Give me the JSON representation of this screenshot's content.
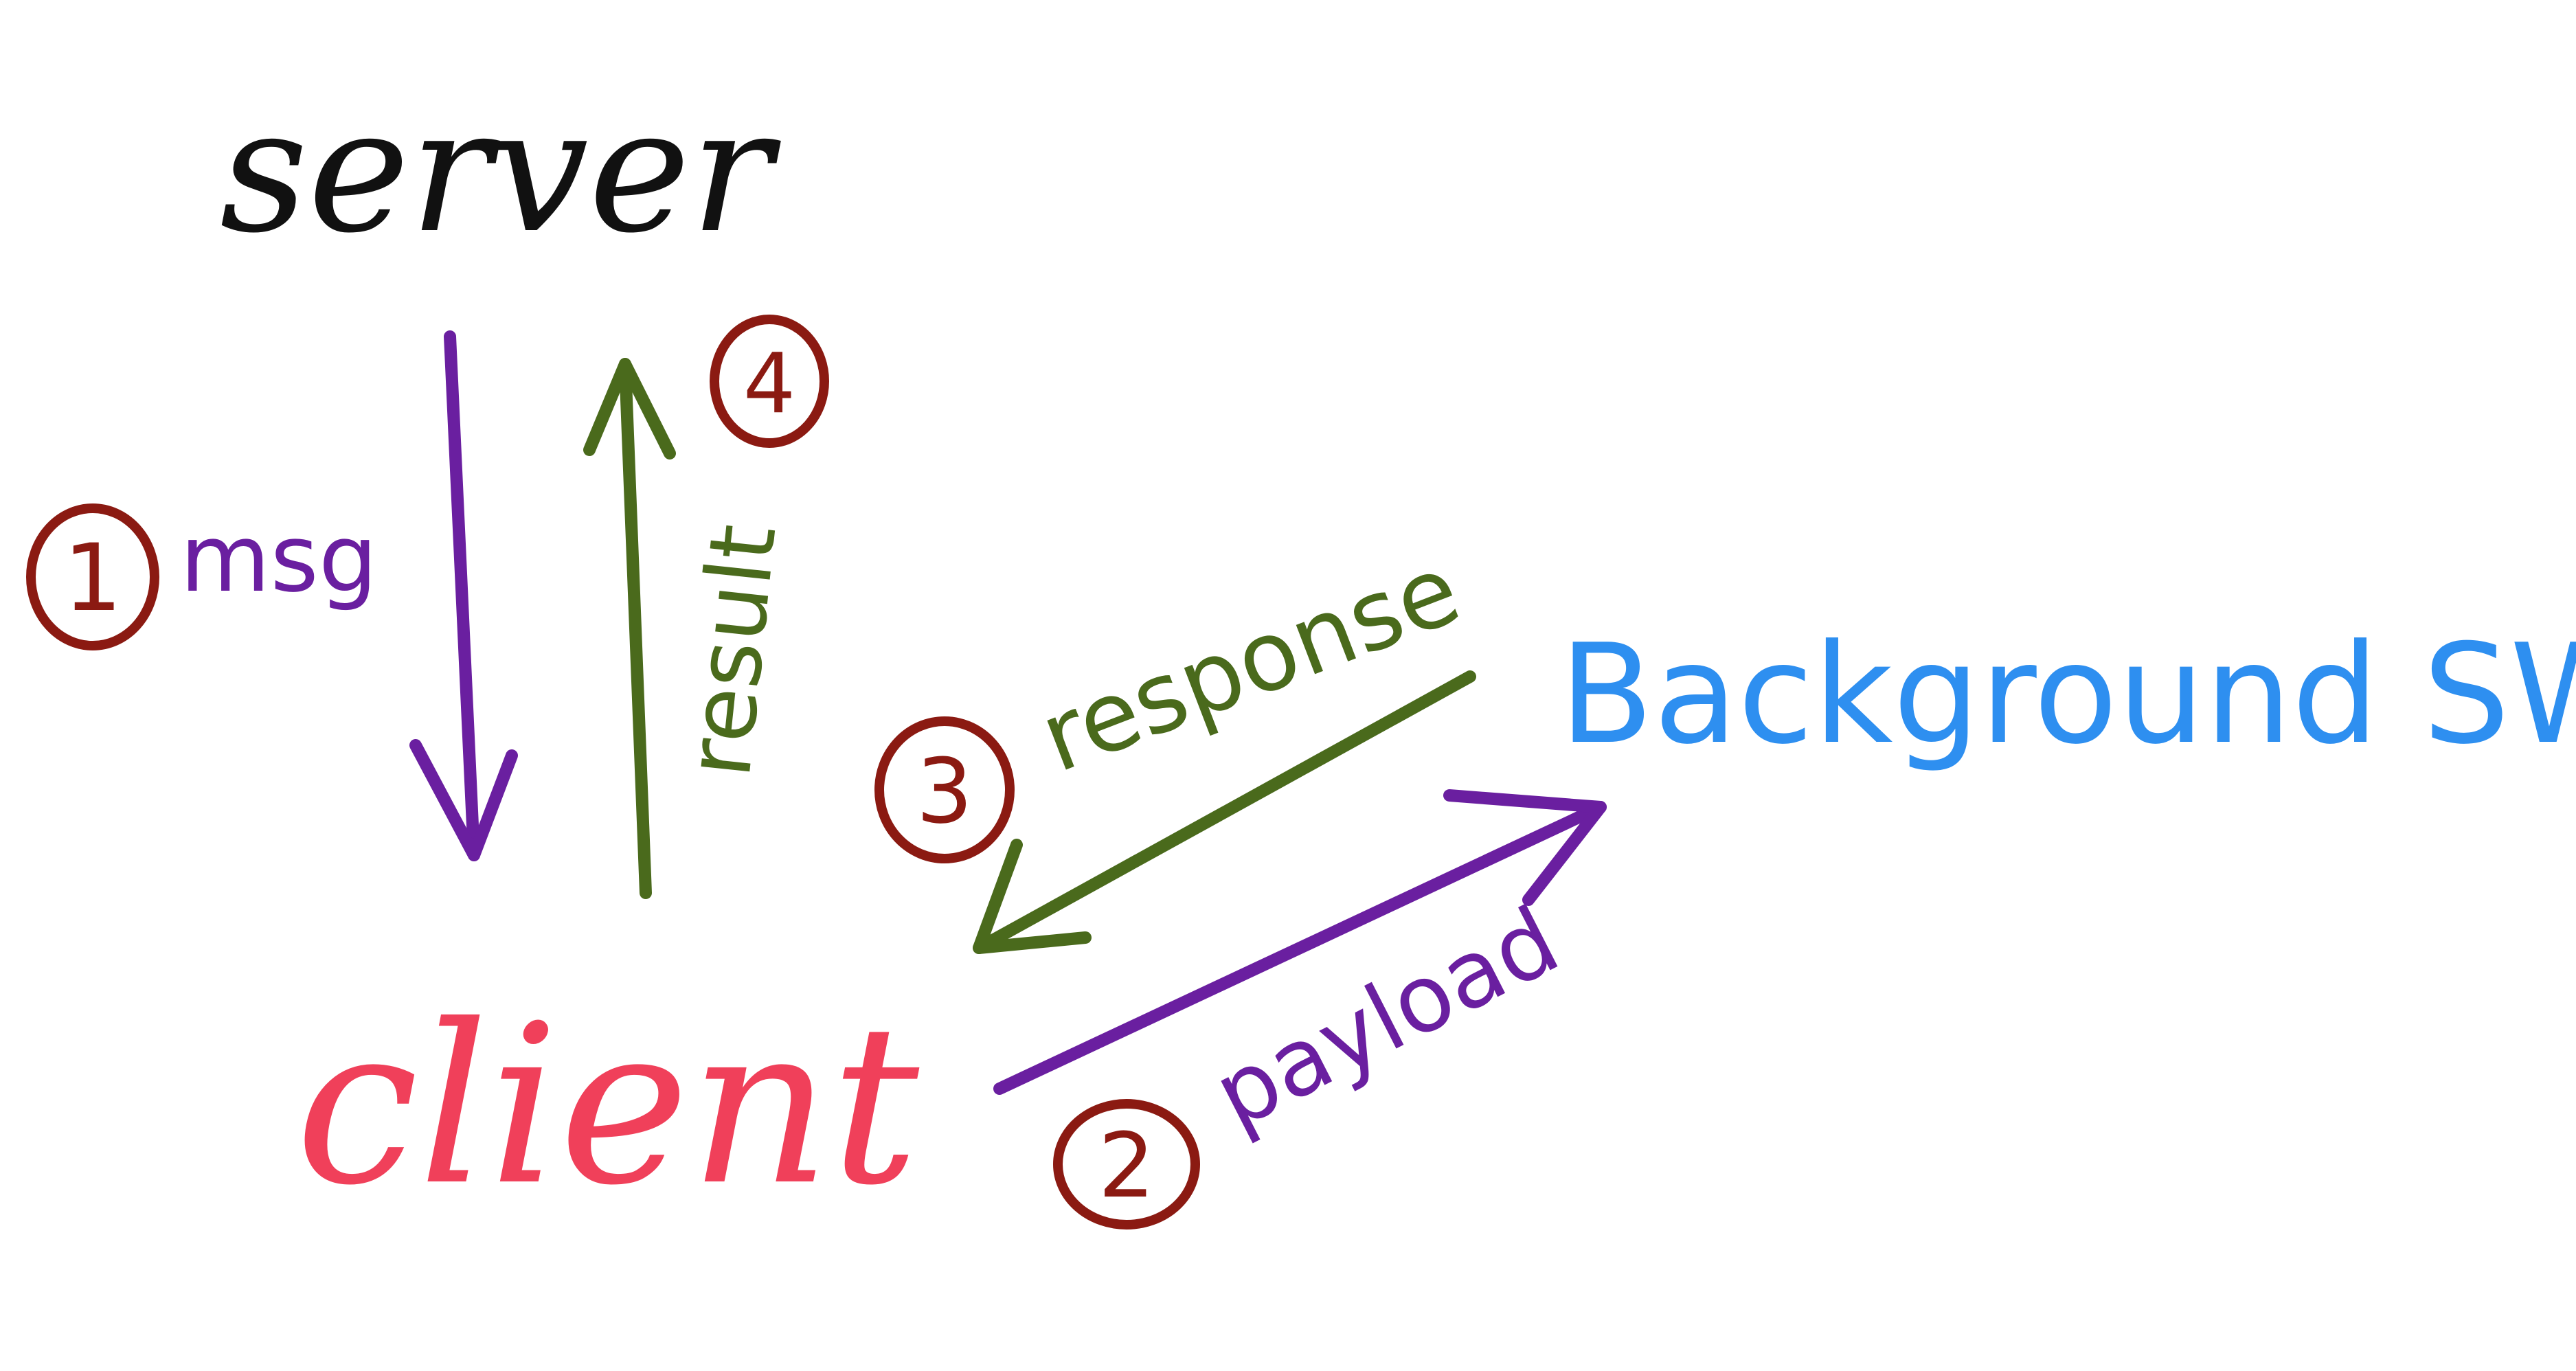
{
  "nodes": {
    "server": "server",
    "client": "client",
    "background": "Background SW"
  },
  "steps": [
    {
      "number": "1",
      "label": "msg"
    },
    {
      "number": "2",
      "label": "payload"
    },
    {
      "number": "3",
      "label": "response"
    },
    {
      "number": "4",
      "label": "result"
    }
  ],
  "colors": {
    "server": "#111111",
    "client": "#f0405a",
    "background": "#2e8ff0",
    "purple": "#6a1fa0",
    "green": "#4a6a1c",
    "circle": "#8b1a12"
  }
}
